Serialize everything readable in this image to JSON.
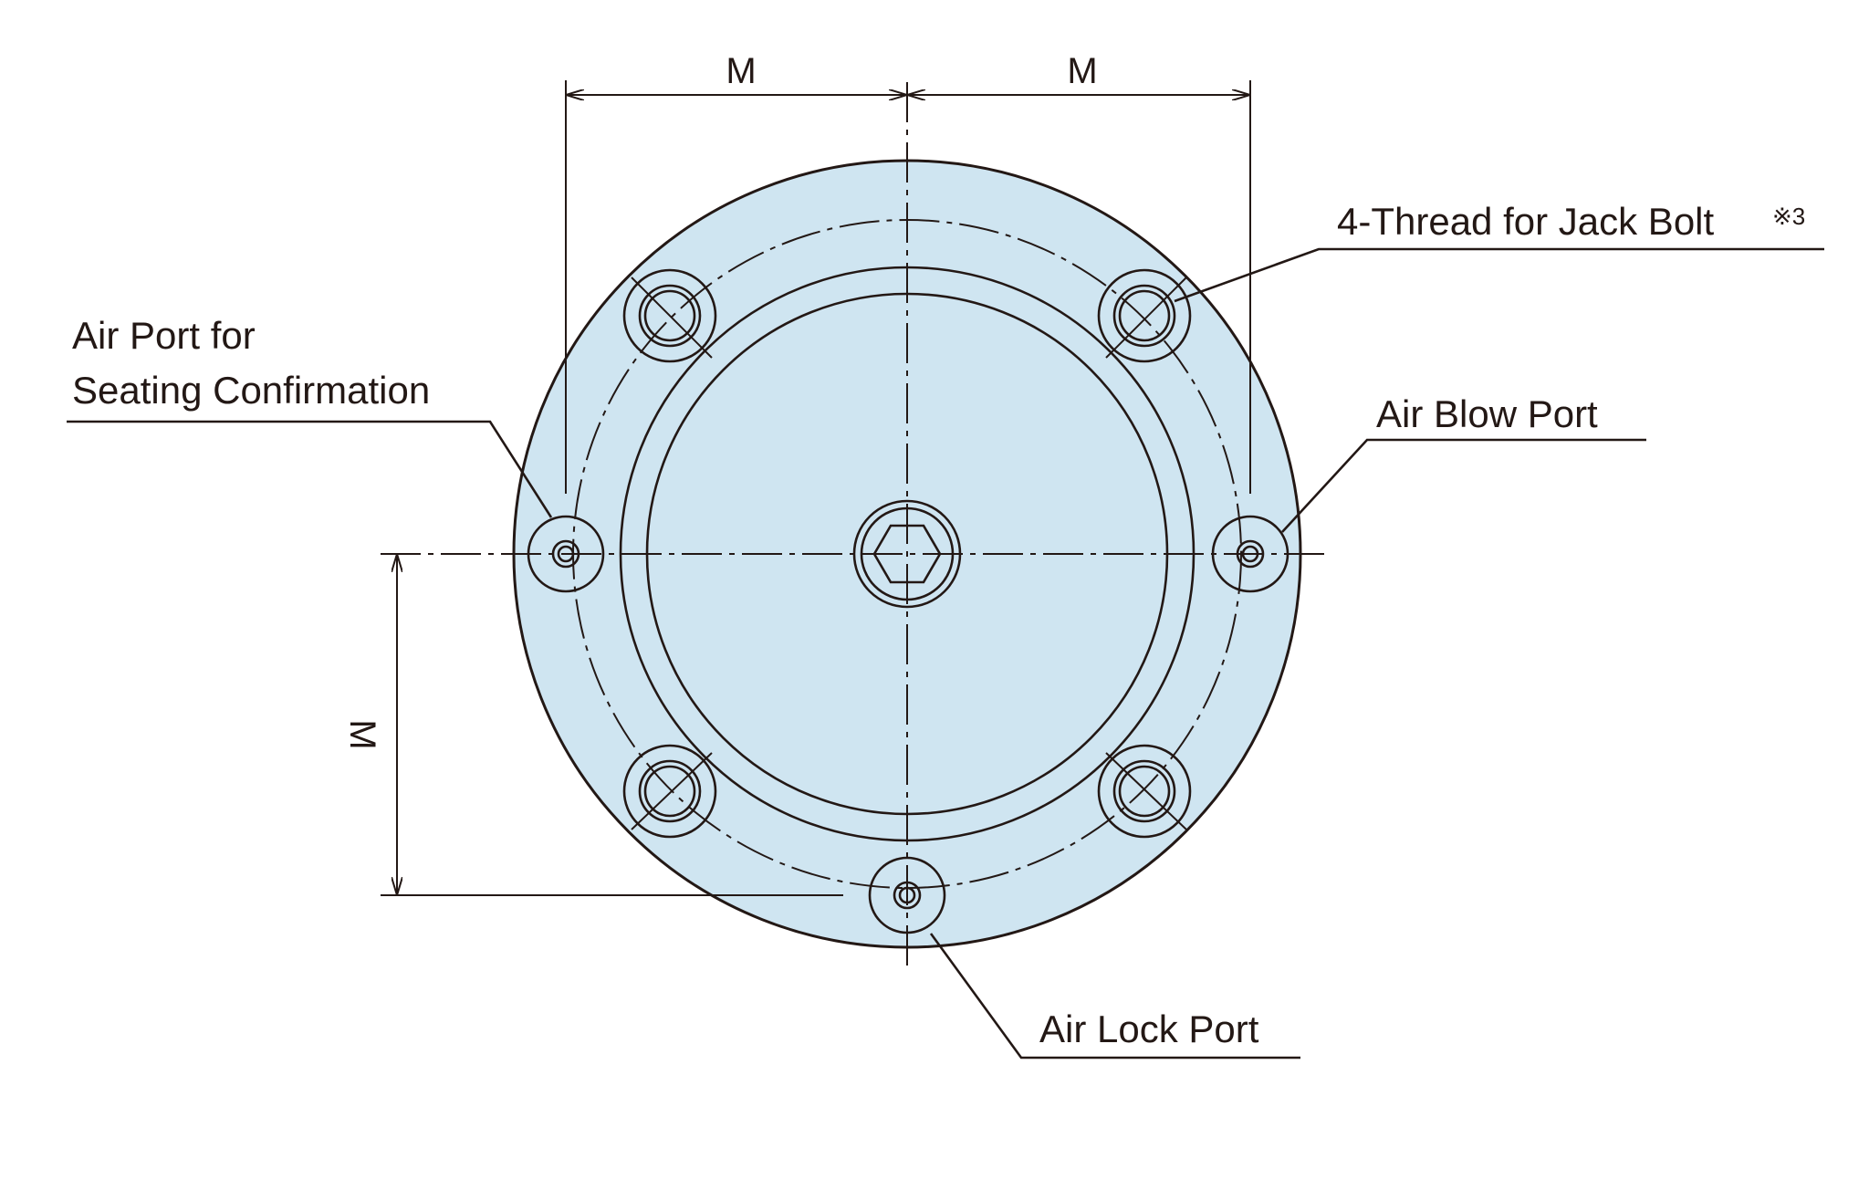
{
  "diagram": {
    "fill_color": "#cfe5f1",
    "line_color": "#231815",
    "dimensions": {
      "top_left": "M",
      "top_right": "M",
      "vertical": "M"
    },
    "labels": {
      "jack_bolt": "4-Thread for Jack Bolt",
      "jack_bolt_note": "※3",
      "air_blow": "Air Blow Port",
      "seating_line1": "Air Port for",
      "seating_line2": "Seating Confirmation",
      "air_lock": "Air Lock Port"
    }
  }
}
